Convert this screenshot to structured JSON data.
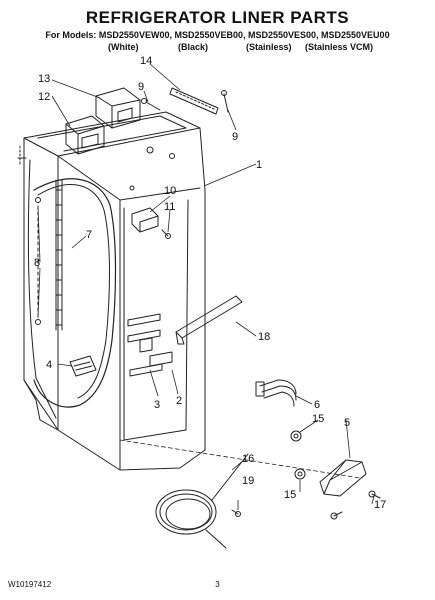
{
  "header": {
    "title": "REFRIGERATOR LINER PARTS",
    "models": "For Models: MSD2550VEW00, MSD2550VEB00, MSD2550VES00, MSD2550VEU00",
    "colors": [
      "(White)",
      "(Black)",
      "(Stainless)",
      "(Stainless VCM)"
    ]
  },
  "callouts": [
    "13",
    "12",
    "9",
    "14",
    "9",
    "1",
    "10",
    "11",
    "7",
    "8",
    "18",
    "4",
    "3",
    "2",
    "6",
    "15",
    "5",
    "16",
    "19",
    "15",
    "17"
  ],
  "footer": {
    "doc_number": "W10197412",
    "page_number": "3"
  }
}
